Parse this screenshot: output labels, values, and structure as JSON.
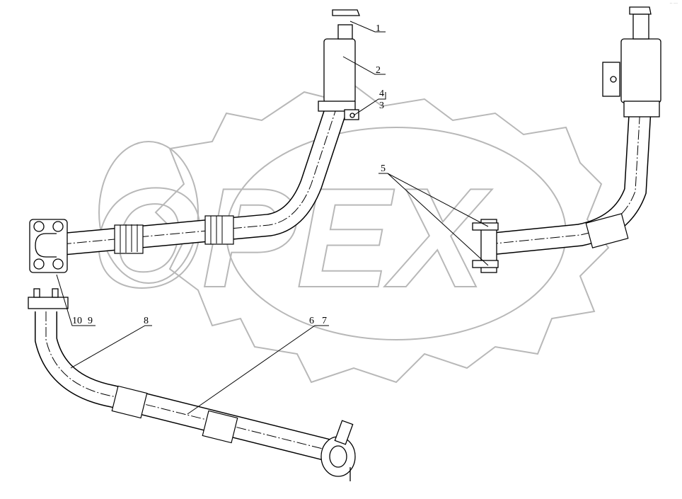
{
  "watermark": {
    "text": "OPEX",
    "color": "#b8b8b8"
  },
  "corner_mark": "·· ···",
  "callouts": [
    {
      "id": "1",
      "text": "1"
    },
    {
      "id": "2",
      "text": "2"
    },
    {
      "id": "3",
      "text": "3"
    },
    {
      "id": "4",
      "text": "4"
    },
    {
      "id": "5",
      "text": "5"
    },
    {
      "id": "6",
      "text": "6"
    },
    {
      "id": "7",
      "text": "7"
    },
    {
      "id": "8",
      "text": "8"
    },
    {
      "id": "9",
      "text": "9"
    },
    {
      "id": "10",
      "text": "10"
    }
  ],
  "colors": {
    "line": "#000000",
    "watermark": "#b8b8b8"
  }
}
